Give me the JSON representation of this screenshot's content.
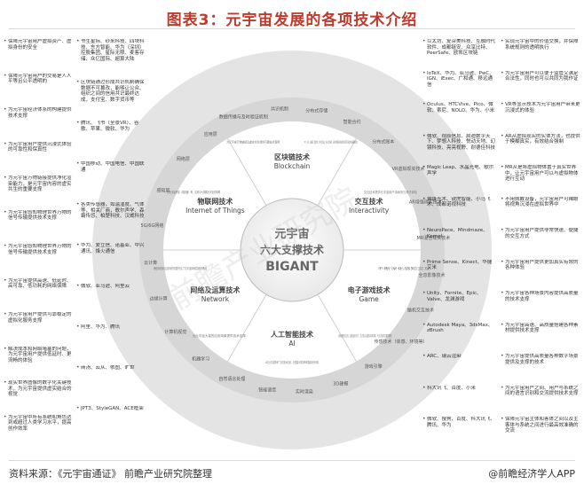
{
  "title": "图表3：元宇宙发展的各项技术介绍",
  "center": {
    "line1": "元宇宙",
    "line2": "六大支撑技术",
    "line3": "BIGANT"
  },
  "core": [
    {
      "cn": "区块链技术",
      "en": "Blockchain"
    },
    {
      "cn": "交互技术",
      "en": "Interactivity"
    },
    {
      "cn": "电子游戏技术",
      "en": "Game"
    },
    {
      "cn": "人工智能技术",
      "en": "AI"
    },
    {
      "cn": "网络及运算技术",
      "en": "Network"
    },
    {
      "cn": "物联网技术",
      "en": "Internet of Things"
    }
  ],
  "ring_notes": [
    "NFT、DeFi、公链速率、智能合约、DAO社区生态、去中心化交易所、分布式存储等区块链技术是支撑元宇宙经济体系最重要的技术",
    "交互技术提供元宇宙用户持续的沉浸式体验",
    "不断深化感知交互",
    "游戏具备交互性、高效运用方式、社交性以及虚实游戏机制，为元宇宙内容提供基础",
    "AI在元宇宙具有广泛的技术应用，对提高计算效率和智能化有作用",
    "为元宇宙大量的应用场景提供技术支撑",
    "通信网络和云游戏的完善夯实了元宇宙网络层面的基础",
    "云化流量终端（感知器）等，实现中大规模元宇宙的物联",
    "为元宇宙万物链接及虚实共生提供可靠技术保障"
  ],
  "mid_labels": [
    "分布式存储",
    "智能合约",
    "分布式账本",
    "VR虚拟现实技术",
    "AR增强现实技术",
    "MR混合现实技术",
    "全息影像技术",
    "脑机交互技术",
    "传感技术（体感、环境等）",
    "游戏引擎",
    "3D建模",
    "实时渲染",
    "智能语音",
    "自然语言处理",
    "机器学习",
    "计算机视觉",
    "边缘计算",
    "云计算",
    "5G/6G网络",
    "感知层",
    "网络层",
    "应用层",
    "数据传播与及时验证机制",
    "共识机制"
  ],
  "left_items": [
    "保障元宇宙用户虚拟资产、虚拟身份的安全",
    "保障元宇宙用户的交易是人人平等且公平透明的",
    "为元宇宙经济体系的构建提供技术支撑",
    "为元宇宙用户提供沉浸式体验的可靠性和保真性",
    "为元宇宙万物链接提供净化渲染能力，是元宇宙内容的虚实共生的重要支撑",
    "为元宇宙感知物理世界万物的信号传输提供技术支撑",
    "为元宇宙感知物理世界万物的信号传输提供技术支撑",
    "为元宇宙提供高速、低延时、高可靠、低功耗的网络保障",
    "为元宇宙用户提供可靠稳定的虚拟化服务支撑",
    "解决成本和网络堵塞的问题，为元宇宙用户提供低延时、更流畅的体验",
    "现实世界图像的数字化关键技术，为元宇宙提供虚实结合的视觉",
    "为元宇宙中所有系统和角色达到或超过人类学习水平，提高创作效率"
  ],
  "left_companies": [
    "书生星际、纱米科技、四块科技、东方智能、华为（深圳）控股集团、星际无限、麦客存储、众亿国际、超算大陆",
    "区块链通过形成共识机制确保数据不可篡改，能够让公众、组织之间的信用共识最终达成，支付宝、数字货币等",
    "腾讯、飞书（全景VR）、谷歌、苹果、微软、华为",
    "中国移动、中国电信、中国联通",
    "各类传感器，如温湿度、气体等，相关厂商，歌尔声学、森霸传感、柏楚科技、汉威科技",
    "华为、爱立信、诺基亚、中兴通讯、烽火通信",
    "微软、亚马逊、阿里云",
    "阿里、华为、腾讯",
    "商汤、云从、依图、旷世",
    "JPT3、StyleGAN、ACE框架"
  ],
  "right_companies": [
    "以太坊、复杂美科技、互融时代软件、成都链安、众享比特、PeerSafe、欧凯区块链",
    "IoTeX、华为、亚马逊、PwC、IGN、iExec、广和通、移远通信",
    "Oculus、HTCVive、Pico、微软、索尼、NOLO、华为、小米",
    "微软、视辰信息、启迪数字天下、梦想人科技、悦动天地、幻镜科技、亮亮视野、耐德佳科技",
    "Magic Leap、水晶光电、歌尔声学",
    "偏锋光术、锐虎智能、小马飞术、成都诺视科技",
    "NeuroPace、Mindmaze、Kernel",
    "Prime Sense、Kinect、华捷艾米",
    "Unity、Fornite、Epic、Valve、龙渊游戏",
    "Autodesk Maya、3dsMax、zBrush",
    "ARC、瑞云渲染",
    "科大讯飞、百度、小米",
    "微软、搜狗、百度、科大讯飞、腾讯、华为"
  ],
  "right_items": [
    "实现元宇宙中的价值交换，并保障系统规则的透明执行",
    "为元宇宙用户可以便于监管又满足合法性，同时也可以共同为我作证",
    "VR等显示技术为元宇宙用户带来更沉浸式的体验",
    "AR从虚拟现实的实体方法，也提供于模糊真实，有效结合强制",
    "MR从是将虚拟物体置于真实世界中，让元宇宙用户可以与虚拟物体进行互动",
    "不用佩戴设备，元宇宙用户可裸眼将视角沉浸在虚拟世界中",
    "为元宇宙用户提供非常快速、便捷的交互方式",
    "为元宇宙用户提供更加真实有效的各种体验",
    "为元宇宙各种场景内容提供高质量的技术支撑",
    "为元宇宙高速、高质量搭建各种素材提供技术支撑",
    "为元宇宙提供高质量各种数字场景提供及支撑的技术",
    "为元宇宙用户之间、用户与系统之间的语言识别和交流提供技术支撑",
    "保障元宇宙主体和客体之间以及主客体与系统之间进行最高效准确的交流"
  ],
  "source": "资料来源：《元宇宙通证》 前瞻产业研究院整理",
  "credit": "@前瞻经济学人APP",
  "watermark": "前瞻产业研究院",
  "colors": {
    "title": "#c0392b",
    "ring_outer": "#e2e2e2",
    "ring_mid": "#d0d0d0",
    "ring_core": "#ffffff",
    "center": "#8a8a8a"
  }
}
